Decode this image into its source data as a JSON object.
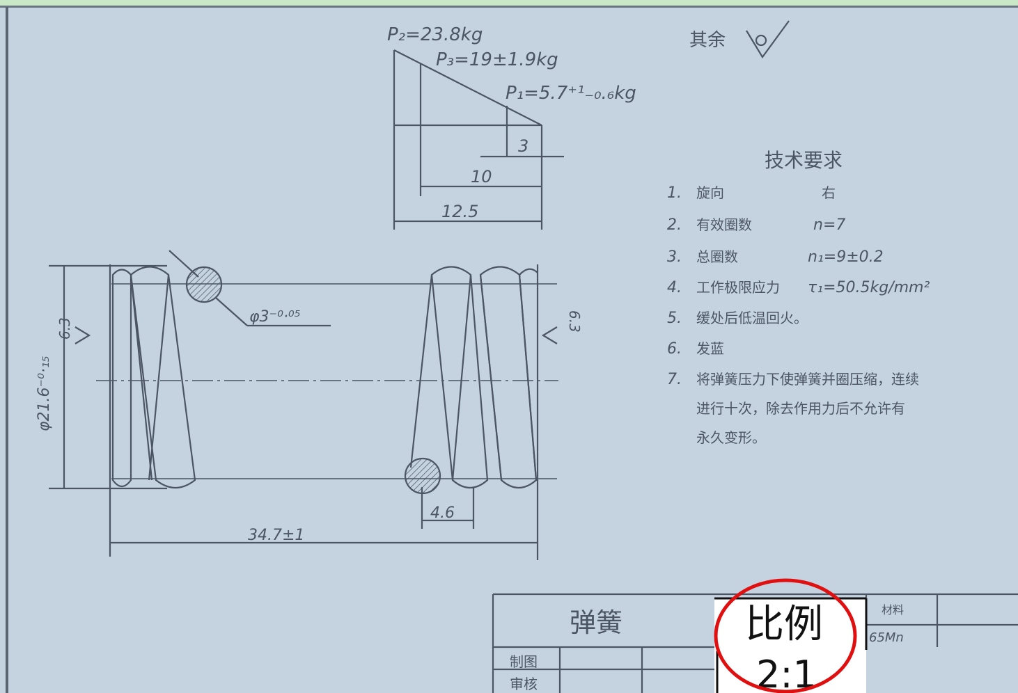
{
  "drawing": {
    "surface_symbol_label": "其余",
    "force_labels": {
      "p2": "P₂=23.8kg",
      "p3": "P₃=19±1.9kg",
      "p1": "P₁=5.7⁺¹₋₀.₆kg"
    },
    "dims": {
      "d3": "3",
      "d10": "10",
      "d12_5": "12.5",
      "wire_dia": "φ3⁻⁰·⁰⁵",
      "outer_dia": "φ21.6⁻⁰·₁₅",
      "roughness_left": "6.3",
      "roughness_right": "6.3",
      "pitch": "4.6",
      "free_length": "34.7±1"
    },
    "requirements": {
      "title": "技术要求",
      "items": [
        {
          "num": "1.",
          "label": "旋向",
          "value": "右"
        },
        {
          "num": "2.",
          "label": "有效圈数",
          "value": "n=7"
        },
        {
          "num": "3.",
          "label": "总圈数",
          "value": "n₁=9±0.2"
        },
        {
          "num": "4.",
          "label": "工作极限应力",
          "value": "τ₁=50.5kg/mm²"
        },
        {
          "num": "5.",
          "label": "缓处后低温回火。",
          "value": ""
        },
        {
          "num": "6.",
          "label": "发蓝",
          "value": ""
        },
        {
          "num": "7.",
          "label": "将弹簧压力下使弹簧并圈压缩，连续",
          "value": ""
        },
        {
          "num": "",
          "label": "进行十次，除去作用力后不允许有",
          "value": ""
        },
        {
          "num": "",
          "label": "永久变形。",
          "value": ""
        }
      ]
    },
    "title_block": {
      "part_name": "弹簧",
      "drawn_by": "制图",
      "checked_by": "审核",
      "material_label": "材料",
      "material_value": "65Mn"
    },
    "scale_callout": {
      "label": "比例",
      "value": "2:1",
      "highlight_color": "#e01010"
    }
  }
}
